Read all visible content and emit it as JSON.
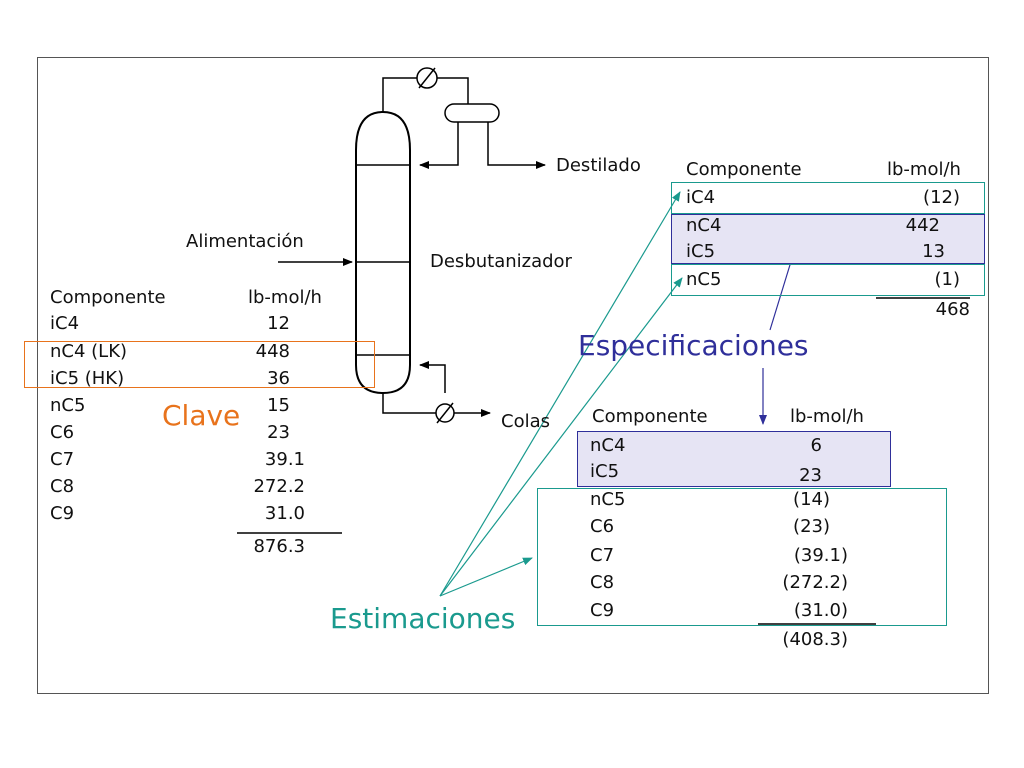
{
  "labels": {
    "destilado": "Destilado",
    "alimentacion": "Alimentación",
    "desbutanizador": "Desbutanizador",
    "colas": "Colas",
    "clave": "Clave",
    "especificaciones": "Especificaciones",
    "estimaciones": "Estimaciones"
  },
  "colors": {
    "clave": "#e8731c",
    "especificaciones": "#2f2f9a",
    "estimaciones": "#1a9a8e",
    "spec_fill": "#e6e4f4"
  },
  "feed_table": {
    "headers": [
      "Componente",
      "lb-mol/h"
    ],
    "rows": [
      {
        "component": "iC4",
        "value": "12"
      },
      {
        "component": "nC4 (LK)",
        "value": "448"
      },
      {
        "component": "iC5  (HK)",
        "value": "36"
      },
      {
        "component": "nC5",
        "value": "15"
      },
      {
        "component": "C6",
        "value": "23"
      },
      {
        "component": "C7",
        "value": "39.1"
      },
      {
        "component": "C8",
        "value": "272.2"
      },
      {
        "component": "C9",
        "value": "31.0"
      }
    ],
    "total": "876.3"
  },
  "distillate_table": {
    "headers": [
      "Componente",
      "lb-mol/h"
    ],
    "rows": [
      {
        "component": "iC4",
        "value": "(12)"
      },
      {
        "component": "nC4",
        "value": "442"
      },
      {
        "component": "iC5",
        "value": "13"
      },
      {
        "component": "nC5",
        "value": "(1)"
      }
    ],
    "total": "468"
  },
  "bottoms_table": {
    "headers": [
      "Componente",
      "lb-mol/h"
    ],
    "rows": [
      {
        "component": "nC4",
        "value": "6"
      },
      {
        "component": "iC5",
        "value": "23"
      },
      {
        "component": "nC5",
        "value": "(14)"
      },
      {
        "component": "C6",
        "value": "(23)"
      },
      {
        "component": "C7",
        "value": "(39.1)"
      },
      {
        "component": "C8",
        "value": "(272.2)"
      },
      {
        "component": "C9",
        "value": "(31.0)"
      }
    ],
    "total": "(408.3)"
  }
}
